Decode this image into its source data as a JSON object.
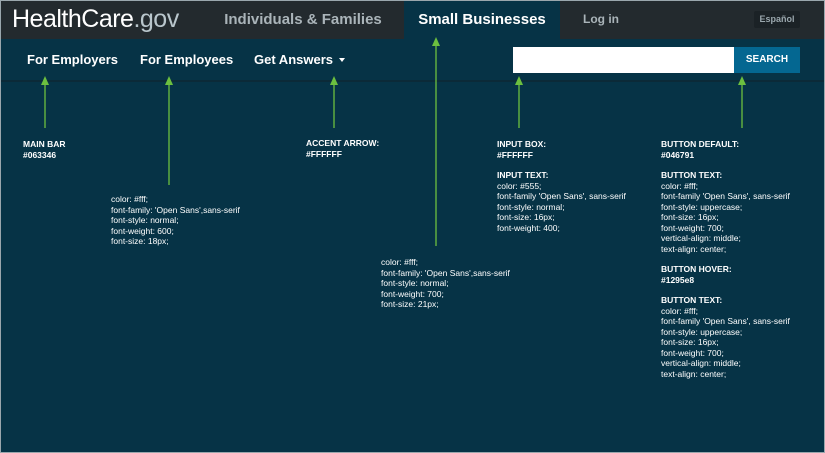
{
  "header": {
    "logo_main": "HealthCare",
    "logo_suffix": ".gov",
    "tab_individuals": "Individuals & Families",
    "tab_small_business": "Small Businesses",
    "login": "Log in",
    "espanol": "Español"
  },
  "nav": {
    "employers": "For Employers",
    "employees": "For Employees",
    "answers": "Get Answers",
    "answers_icon": "caret-down-icon",
    "search_value": "",
    "search_button": "SEARCH"
  },
  "colors": {
    "main_bar": "#063346",
    "top_bar": "#232a2e",
    "input_box": "#ffffff",
    "button_default": "#046791",
    "button_hover": "#1295e8",
    "annotation_arrow": "#6cbf3f"
  },
  "annotations": {
    "main_bar": {
      "title": "MAIN BAR",
      "value": "#063346"
    },
    "nav_font": {
      "lines": [
        "color: #fff;",
        "font-family: 'Open Sans',sans-serif",
        "font-style: normal;",
        "font-weight: 600;",
        "font-size: 18px;"
      ]
    },
    "accent_arrow": {
      "title": "ACCENT ARROW:",
      "value": "#FFFFFF"
    },
    "tab_font": {
      "lines": [
        "color: #fff;",
        "font-family: 'Open Sans',sans-serif",
        "font-style: normal;",
        "font-weight: 700;",
        "font-size: 21px;"
      ]
    },
    "input_box": {
      "title": "INPUT BOX:",
      "value": "#FFFFFF",
      "text_title": "INPUT TEXT:",
      "lines": [
        "color: #555;",
        "font-family  'Open Sans', sans-serif",
        "font-style: normal;",
        "font-size: 16px;",
        "font-weight: 400;"
      ]
    },
    "button": {
      "default_title": "BUTTON DEFAULT:",
      "default_value": "#046791",
      "text_title": "BUTTON TEXT:",
      "lines": [
        "color: #fff;",
        "font-family  'Open Sans', sans-serif",
        "font-style: uppercase;",
        "font-size: 16px;",
        "font-weight: 700;",
        "vertical-align: middle;",
        "text-align: center;"
      ],
      "hover_title": "BUTTON HOVER:",
      "hover_value": "#1295e8",
      "hover_text_title": "BUTTON TEXT:",
      "hover_lines": [
        "color: #fff;",
        "font-family  'Open Sans', sans-serif",
        "font-style: uppercase;",
        "font-size: 16px;",
        "font-weight: 700;",
        "vertical-align: middle;",
        "text-align: center;"
      ]
    }
  }
}
